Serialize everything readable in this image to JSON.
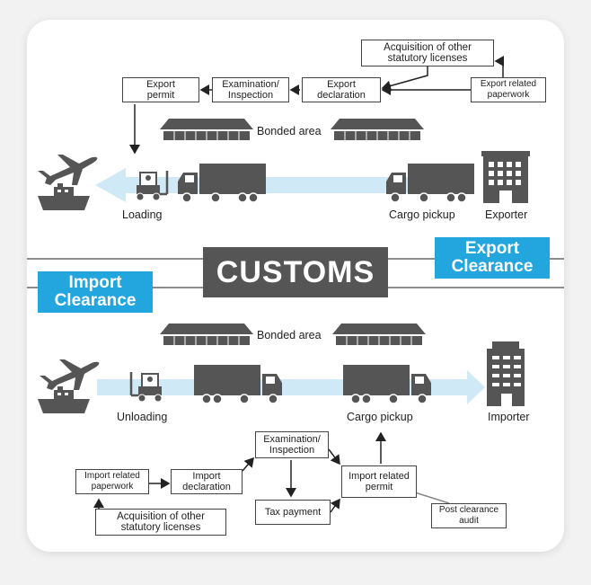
{
  "title": "CUSTOMS",
  "export_badge": "Export\nClearance",
  "import_badge": "Import\nClearance",
  "export": {
    "boxes": {
      "acquisition": "Acquisition of other\nstatutory licenses",
      "paperwork": "Export related\npaperwork",
      "declaration": "Export\ndeclaration",
      "examination": "Examination/\nInspection",
      "permit": "Export\npermit"
    },
    "bonded_area": "Bonded area",
    "loading": "Loading",
    "cargo_pickup": "Cargo pickup",
    "exporter": "Exporter"
  },
  "import": {
    "bonded_area": "Bonded area",
    "unloading": "Unloading",
    "cargo_pickup": "Cargo pickup",
    "importer": "Importer",
    "boxes": {
      "paperwork": "Import related\npaperwork",
      "declaration": "Import\ndeclaration",
      "examination": "Examination/\nInspection",
      "permit": "Import related\npermit",
      "tax": "Tax payment",
      "acquisition": "Acquisition of other\nstatutory licenses",
      "post_audit": "Post clearance\naudit"
    }
  },
  "colors": {
    "accent": "#22a6dd",
    "arrow": "#cfe9f6",
    "dark": "#555555"
  }
}
